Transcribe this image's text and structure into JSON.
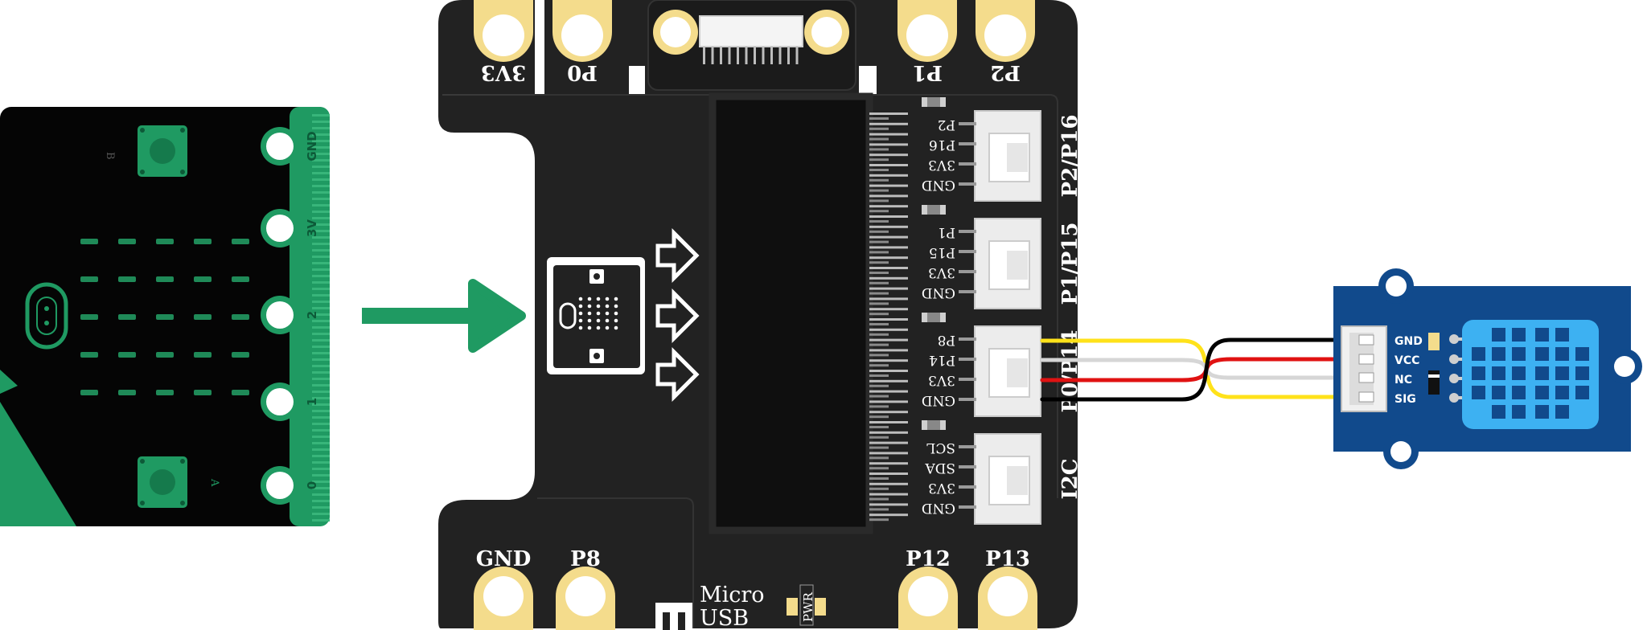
{
  "microbit": {
    "edge_labels": [
      "GND",
      "3V",
      "2",
      "1",
      "0"
    ],
    "button_a": "A",
    "button_b": "B"
  },
  "board": {
    "top_pins": [
      "3V3",
      "P0",
      "P1",
      "P2"
    ],
    "bottom_pins": [
      "GND",
      "P8",
      "P12",
      "P13"
    ],
    "ports": [
      {
        "name": "P2/P16",
        "pins": [
          "P2",
          "P16",
          "3V3",
          "GND"
        ]
      },
      {
        "name": "P1/P15",
        "pins": [
          "P1",
          "P15",
          "3V3",
          "GND"
        ]
      },
      {
        "name": "P0/P14",
        "pins": [
          "P8",
          "P14",
          "3V3",
          "GND"
        ]
      },
      {
        "name": "I2C",
        "pins": [
          "SCL",
          "SDA",
          "3V3",
          "GND"
        ]
      }
    ],
    "usb_label_1": "Micro",
    "usb_label_2": "USB",
    "pwr_label": "PWR"
  },
  "sensor": {
    "pins": [
      "GND",
      "VCC",
      "NC",
      "SIG"
    ]
  },
  "colors": {
    "board": "#222222",
    "pad": "#f4dc8c",
    "microbit_green": "#1f9a62",
    "sensor_blue": "#114a8c",
    "sensor_grid": "#3db1f2",
    "wire_black": "#000000",
    "wire_red": "#e01212",
    "wire_white": "#d6d6d6",
    "wire_yellow": "#ffe21a"
  }
}
